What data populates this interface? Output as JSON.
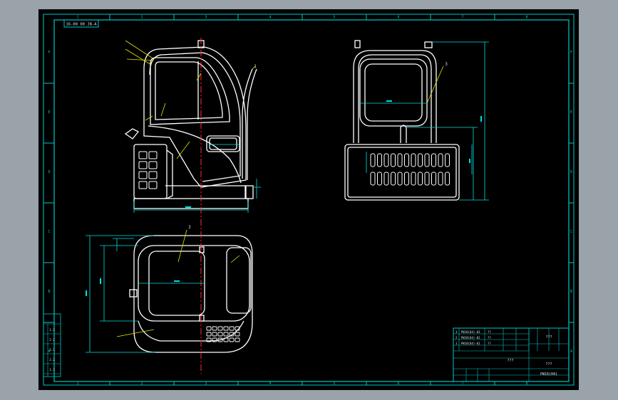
{
  "colors": {
    "background": "#9aa2aa",
    "sheet": "#000000",
    "frame": "#00c8c8",
    "geometry": "#ffffff",
    "dimension": "#00e0e0",
    "centerline": "#ff2a2a",
    "leader": "#e6e600",
    "text": "#e0e0e0"
  },
  "drawing_code": "16-00 00 JB-A",
  "zone_numbers_top": [
    "1",
    "2",
    "3",
    "4",
    "5",
    "6",
    "7",
    "8"
  ],
  "zone_numbers_bottom": [
    "1",
    "2",
    "3",
    "4",
    "5",
    "6",
    "7",
    "8"
  ],
  "zone_letters_left": [
    "F",
    "E",
    "D",
    "C",
    "B",
    "A"
  ],
  "zone_letters_right": [
    "F",
    "E",
    "D",
    "C",
    "B",
    "A"
  ],
  "balloons": {
    "side_view": "1",
    "rear_view": "3",
    "top_view": "2"
  },
  "revision_block": {
    "rows": [
      "1.2",
      "2.1",
      "3.1",
      "2.2",
      "1.3"
    ]
  },
  "title_block": {
    "header_rows": [
      {
        "mark": "3",
        "code": "PW18(04)-03",
        "name": "??"
      },
      {
        "mark": "2",
        "code": "PW18(04)-02",
        "name": "??"
      },
      {
        "mark": "1",
        "code": "PW18(04)-01",
        "name": "??"
      }
    ],
    "name_cell": "???",
    "code_cell": "???",
    "company_cell": "???",
    "drawing_no": "PW18(04)"
  }
}
